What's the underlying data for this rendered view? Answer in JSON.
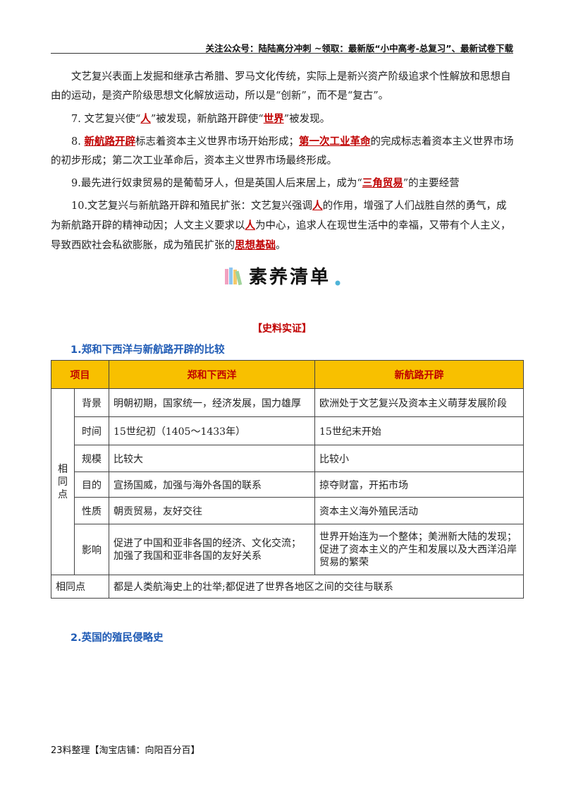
{
  "header": {
    "text": "关注公众号：陆陆高分冲刺  ~领取：最新版“小中高考-总复习”、最新试卷下载"
  },
  "paragraphs": {
    "p1": "文艺复兴表面上发掘和继承古希腊、罗马文化传统，实际上是新兴资产阶级追求个性解放和思想自由的运动，是资产阶级思想文化解放运动，所以是“创新”，而不是“复古”。",
    "p7": {
      "a": "7. 文艺复兴使“",
      "r1": "人",
      "b": "”被发现，新航路开辟使“",
      "r2": "世界",
      "c": "”被发现。"
    },
    "p8": {
      "a": "8. ",
      "r1": "新航路开辟",
      "b": "标志着资本主义世界市场开始形成；",
      "r2": "第一次工业革命",
      "c": "的完成标志着资本主义世界市场的初步形成；第二次工业革命后，资本主义世界市场最终形成。"
    },
    "p9": {
      "a": "9.最先进行奴隶贸易的是葡萄牙人，但是英国人后来居上，成为“",
      "r1": "三角贸易",
      "b": "”的主要经营"
    },
    "p10": {
      "a": "10.文艺复兴与新航路开辟和殖民扩张：文艺复兴强调",
      "r1": "人",
      "b": "的作用，增强了人们战胜自然的勇气，成为新航路开辟的精神动因；人文主义要求以",
      "r2": "人",
      "c": "为中心，追求人在现世生活中的幸福，又带有个人主义，导致西欧社会私欲膨胀，成为殖民扩张的",
      "r3": "思想基础",
      "d": "。"
    }
  },
  "banner": {
    "title": "素养清单",
    "icon": "books-icon"
  },
  "section_tag": "【史料实证】",
  "subheads": {
    "s1": "1.郑和下西洋与新航路开辟的比较",
    "s2": "2.英国的殖民侵略史"
  },
  "table": {
    "headers": [
      "项目",
      "郑和下西洋",
      "新航路开辟"
    ],
    "group_label": "相同点",
    "rows": [
      {
        "attr": "背景",
        "a": "明朝初期，国家统一，经济发展，国力雄厚",
        "b": "欧洲处于文艺复兴及资本主义萌芽发展阶段"
      },
      {
        "attr": "时间",
        "a": "15世纪初（1405～1433年）",
        "b": "15世纪末开始"
      },
      {
        "attr": "规模",
        "a": "比较大",
        "b": "比较小"
      },
      {
        "attr": "目的",
        "a": "宣扬国威，加强与海外各国的联系",
        "b": "掠夺财富，开拓市场"
      },
      {
        "attr": "性质",
        "a": "朝贡贸易，友好交往",
        "b": "资本主义海外殖民活动"
      },
      {
        "attr": "影响",
        "a": "促进了中国和亚非各国的经济、文化交流；加强了我国和亚非各国的友好关系",
        "b": "世界开始连为一个整体；美洲新大陆的发现；促进了资本主义的产生和发展以及大西洋沿岸贸易的繁荣"
      }
    ],
    "footer_label": "相同点",
    "footer_text": "都是人类航海史上的壮举;都促进了世界各地区之间的交往与联系"
  },
  "footer": {
    "text": "23料整理【淘宝店铺：向阳百分百】"
  },
  "colors": {
    "accent_red": "#c00000",
    "header_fill": "#f8c000",
    "subhead_blue": "#1f5bb5"
  }
}
